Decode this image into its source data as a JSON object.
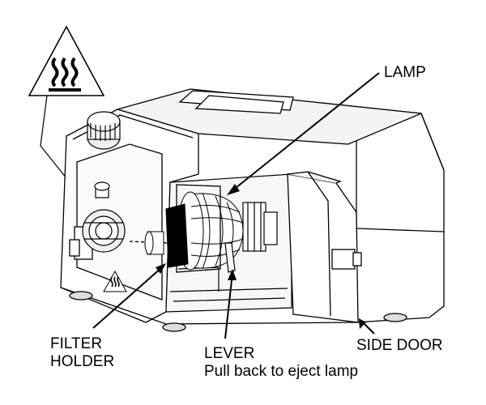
{
  "callouts": {
    "lamp": "LAMP",
    "filter_holder_line1": "FILTER",
    "filter_holder_line2": "HOLDER",
    "lever": "LEVER",
    "lever_note": "Pull back to eject lamp",
    "side_door": "SIDE DOOR"
  },
  "icons": {
    "warning": "hot-surface-warning-icon"
  },
  "colors": {
    "line": "#000000",
    "body": "#ffffff",
    "shade": "#e6e6e6",
    "filter": "#000000"
  }
}
